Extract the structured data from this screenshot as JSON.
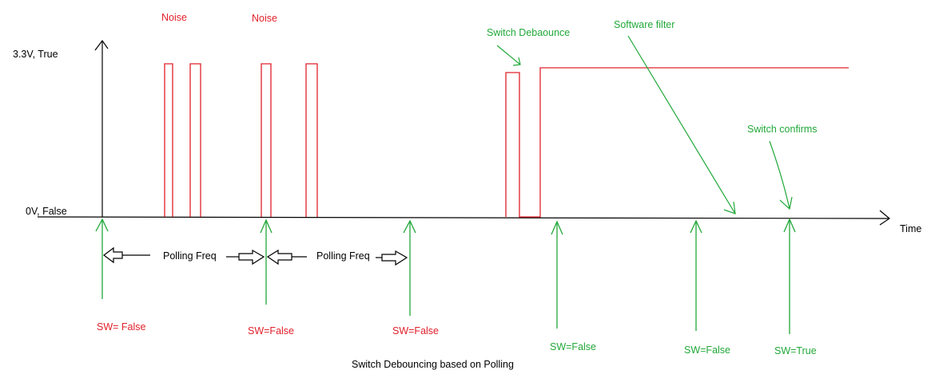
{
  "axes": {
    "y_top_label": "3.3V,   True",
    "y_bottom_label": "0V, False",
    "x_label": "Time"
  },
  "noise_labels": [
    "Noise",
    "Noise"
  ],
  "annotations": {
    "switch_debounce": "Switch Debaounce",
    "software_filter": "Software filter",
    "switch_confirms": "Switch confirms"
  },
  "polling_labels": [
    "Polling Freq",
    "Polling Freq"
  ],
  "sw_states": [
    "SW= False",
    "SW=False",
    "SW=False",
    "SW=False",
    "SW=False",
    "SW=True"
  ],
  "caption": "Switch Debouncing based on Polling",
  "colors": {
    "signal": "#e0202a",
    "sample": "#22a83a",
    "axis": "#000000"
  }
}
